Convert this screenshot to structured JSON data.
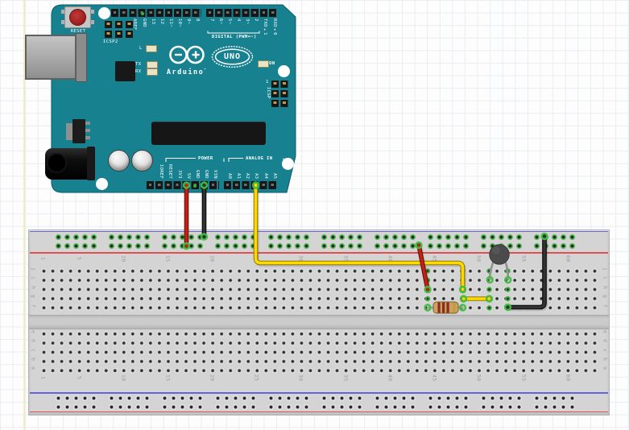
{
  "arduino": {
    "reset_label": "RESET",
    "icsp2_label": "ICSP2",
    "icsp_label": "ICSP",
    "icsp_pin1_label": "1",
    "led_l_label": "L",
    "led_tx_label": "TX",
    "led_rx_label": "RX",
    "on_label": "ON",
    "brand": "Arduino",
    "trademark": "™",
    "model": "UNO",
    "digital_group_label": "DIGITAL (PWM=~)",
    "power_group_label": "POWER",
    "analog_group_label": "ANALOG IN",
    "digital_pins_left": [
      "AREF",
      "GND",
      "13",
      "12",
      "11~",
      "10~",
      "9~",
      "8"
    ],
    "digital_pins_right": [
      "7",
      "6~",
      "5~",
      "4",
      "3~",
      "2",
      "TXD▸1",
      "RXD◂0"
    ],
    "power_pins": [
      "IOREF",
      "RESET",
      "3V3",
      "5V",
      "GND",
      "GND",
      "VIN"
    ],
    "analog_pins": [
      "A0",
      "A1",
      "A2",
      "A3",
      "A4",
      "A5"
    ]
  },
  "breadboard": {
    "column_numbers": [
      "1",
      "5",
      "10",
      "15",
      "20",
      "25",
      "30",
      "35",
      "40",
      "45",
      "50",
      "55",
      "60"
    ],
    "row_letters_top": [
      "j",
      "i",
      "h",
      "g",
      "f"
    ],
    "row_letters_bottom": [
      "e",
      "d",
      "c",
      "b",
      "a"
    ]
  },
  "circuit": {
    "wires": [
      {
        "id": "wire-5v",
        "color_name": "red",
        "from": "arduino-5v-pin",
        "to": "breadboard-top-red-rail"
      },
      {
        "id": "wire-gnd",
        "color_name": "black",
        "from": "arduino-gnd-pin",
        "to": "breadboard-top-blue-rail"
      },
      {
        "id": "wire-a3",
        "color_name": "yellow",
        "from": "arduino-a3-pin",
        "to": "breadboard-row-h-col48"
      },
      {
        "id": "wire-rail-jumper",
        "color_name": "red",
        "from": "breadboard-top-red-rail",
        "to": "breadboard-row-h-col44"
      },
      {
        "id": "wire-row-jumper",
        "color_name": "yellow",
        "from": "breadboard-row-g-col48",
        "to": "breadboard-row-g-col51"
      },
      {
        "id": "wire-gnd-jumper",
        "color_name": "black",
        "from": "breadboard-top-blue-rail",
        "to": "breadboard-row-f-col53"
      }
    ],
    "components": [
      {
        "id": "resistor",
        "type": "resistor",
        "band_colors": [
          "red",
          "red",
          "red",
          "gold"
        ],
        "location": "top block row f"
      },
      {
        "id": "thermistor",
        "type": "thermistor-bead",
        "location": "top block row i"
      }
    ]
  },
  "colors": {
    "board_teal": "#17818f",
    "wire_red": "#c32017",
    "wire_yellow": "#ffd900",
    "wire_black": "#2a2a2a",
    "connection_green": "#43bb43",
    "rail_red_line": "#e05050",
    "rail_blue_line": "#6565d8",
    "breadboard_gray": "#d4d4d4",
    "resistor_body": "#c9a35f"
  }
}
